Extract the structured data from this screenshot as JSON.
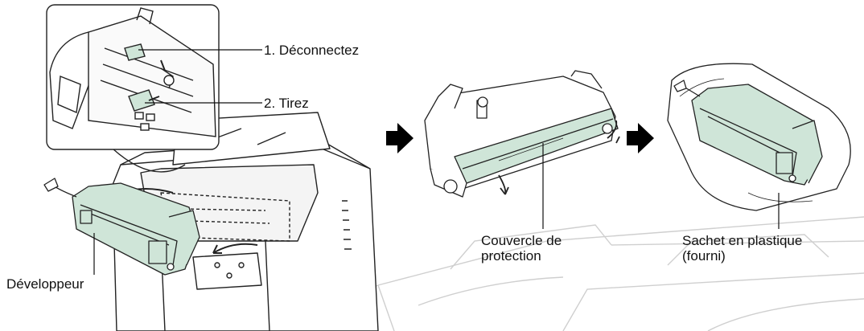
{
  "labels": {
    "deconnectez": "1. Déconnectez",
    "tirez": "2. Tirez",
    "developpeur": "Développeur",
    "couvercle_line1": "Couvercle de",
    "couvercle_line2": "protection",
    "sachet_line1": "Sachet en plastique",
    "sachet_line2": "(fourni)"
  },
  "colors": {
    "part_fill": "#cfe5d8",
    "line": "#222222",
    "watermark": "#c9c9c9",
    "arrow": "#000000"
  }
}
